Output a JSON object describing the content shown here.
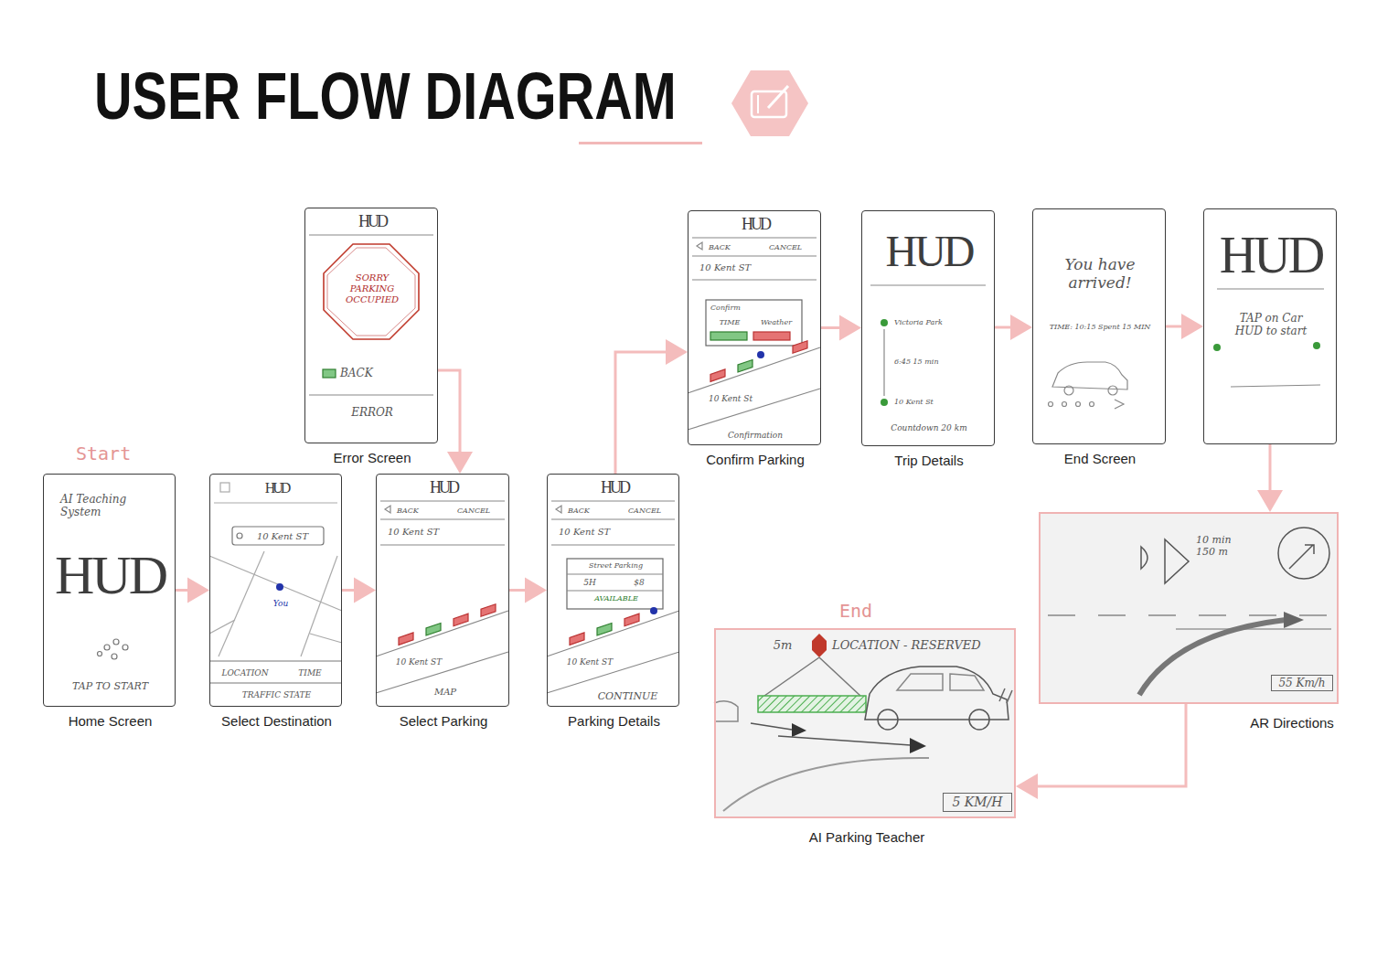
{
  "diagram": {
    "title": "USER FLOW DIAGRAM",
    "nodes": [
      {
        "text": [
          "Home Screen",
          "AI Teaching System",
          "HUD",
          "TAP TO START"
        ]
      },
      {
        "text": [
          "Select Destination",
          "HUD",
          "10 Kent ST",
          "You",
          "LOCATION",
          "TIME",
          "TRAFFIC STATE"
        ]
      },
      {
        "text": [
          "Select Parking",
          "HUD",
          "BACK",
          "CANCEL",
          "10 Kent ST",
          "10 Kent ST",
          "MAP"
        ]
      },
      {
        "text": [
          "Error Screen",
          "HUD",
          "SORRY PARKING OCCUPIED",
          "BACK",
          "ERROR"
        ]
      },
      {
        "text": [
          "Parking Details",
          "HUD",
          "BACK",
          "CANCEL",
          "10 Kent ST",
          "Street Parking",
          "5H",
          "$8",
          "AVAILABLE",
          "10 Kent ST",
          "CONTINUE"
        ]
      },
      {
        "text": [
          "Confirm Parking",
          "HUD",
          "BACK",
          "CANCEL",
          "10 Kent ST",
          "Confirm",
          "TIME",
          "Weather",
          "10 Kent St",
          "Confirmation"
        ]
      },
      {
        "text": [
          "Trip Details",
          "HUD",
          "Victoria Park",
          "6:45 15 min",
          "10 Kent St",
          "Countdown 20 km"
        ]
      },
      {
        "text": [
          "End Screen",
          "You have arrived!",
          "TIME: 10:15 Spent 15 MIN"
        ]
      },
      {
        "text": [
          "HUD",
          "TAP on Car HUD to start"
        ]
      },
      {
        "text": [
          "AR Directions",
          "10 min 150 m",
          "55 Km/h"
        ]
      },
      {
        "text": [
          "AI Parking Teacher",
          "5m",
          "LOCATION - RESERVED",
          "5 KM/H"
        ]
      }
    ],
    "edges": [
      {
        "from": 0,
        "to": 1,
        "arrow": "to"
      },
      {
        "from": 1,
        "to": 2,
        "arrow": "to"
      },
      {
        "from": 3,
        "to": 2,
        "arrow": "to"
      },
      {
        "from": 2,
        "to": 4,
        "arrow": "to"
      },
      {
        "from": 4,
        "to": 5,
        "arrow": "to"
      },
      {
        "from": 5,
        "to": 6,
        "arrow": "to"
      },
      {
        "from": 6,
        "to": 7,
        "arrow": "to"
      },
      {
        "from": 7,
        "to": 8,
        "arrow": "to"
      },
      {
        "from": 8,
        "to": 9,
        "arrow": "to"
      },
      {
        "from": 9,
        "to": 10,
        "arrow": "to"
      }
    ],
    "labels": [
      "Start",
      "End"
    ]
  }
}
